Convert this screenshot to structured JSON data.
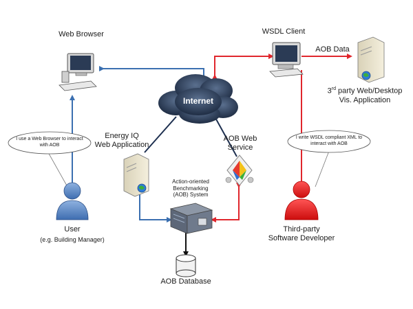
{
  "labels": {
    "web_browser": "Web Browser",
    "wsdl_client": "WSDL Client",
    "aob_data": "AOB Data",
    "third_party_app_line1_prefix": "3",
    "third_party_app_line1_sup": "rd",
    "third_party_app_line1_rest": " party Web/Desktop",
    "third_party_app_line2": "Vis. Application",
    "internet": "Internet",
    "energy_iq_line1": "Energy IQ",
    "energy_iq_line2": "Web Application",
    "aob_web_service_line1": "AOB Web",
    "aob_web_service_line2": "Service",
    "aob_system_line1": "Action-oriented",
    "aob_system_line2": "Benchmarking",
    "aob_system_line3": "(AOB) System",
    "user_line1": "User",
    "user_line2": "(e.g. Building Manager)",
    "developer_line1": "Third-party",
    "developer_line2": "Software Developer",
    "aob_database": "AOB Database"
  },
  "bubbles": {
    "user_line1": "I use a Web Browser to interact",
    "user_line2": "with AOB",
    "developer_line1": "I write WSDL compliant XML to",
    "developer_line2": "interact with AOB"
  },
  "colors": {
    "blue_link": "#3a6fb0",
    "red_link": "#e0262c",
    "dark_link": "#1e3050",
    "user_figure": "#4f7fc0",
    "developer_figure": "#e01818",
    "cloud": "#2c3f5a"
  }
}
